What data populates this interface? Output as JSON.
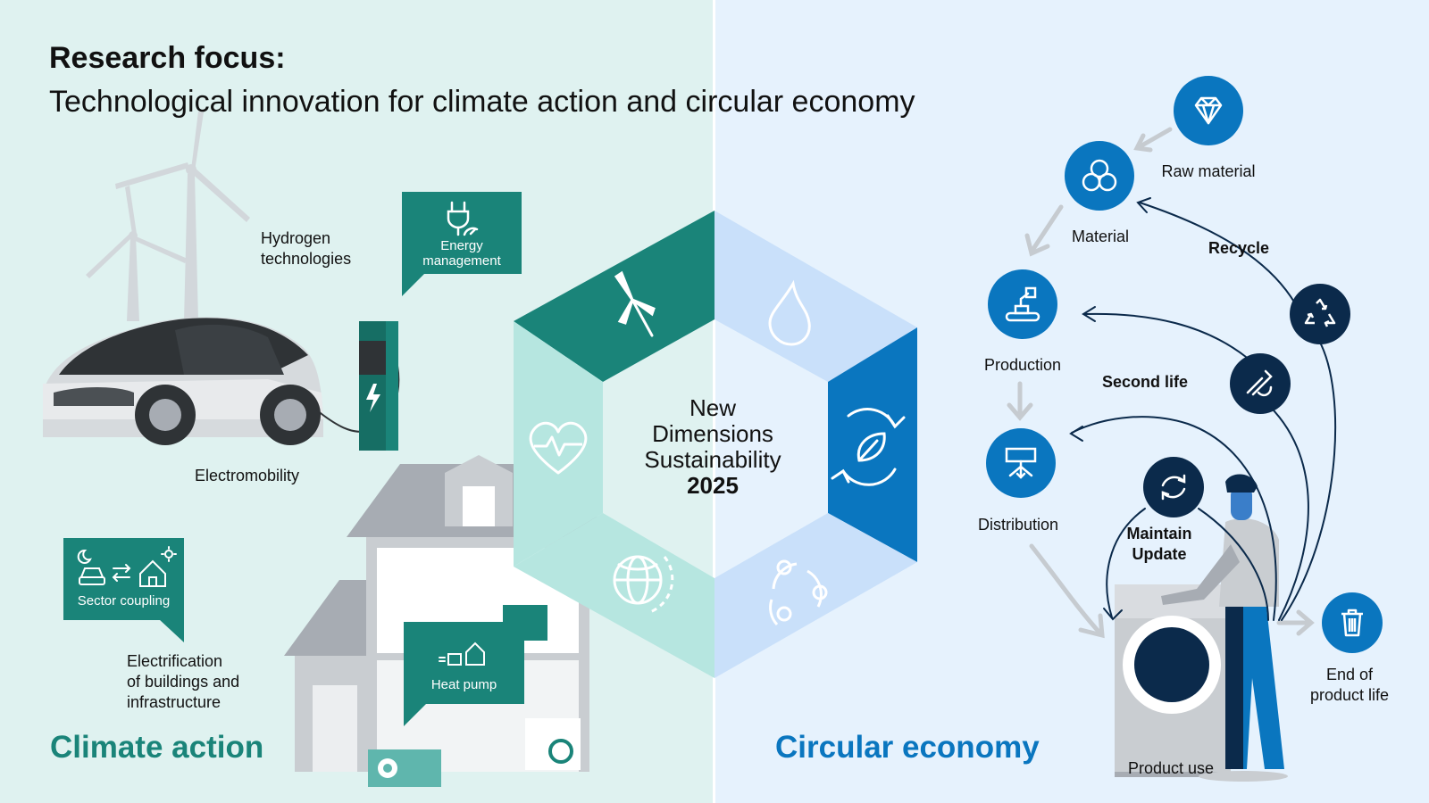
{
  "header": {
    "title": "Research focus:",
    "subtitle": "Technological innovation for climate action and circular economy"
  },
  "climate": {
    "title": "Climate action",
    "labels": {
      "hydrogen": "Hydrogen\ntechnologies",
      "electromobility": "Electromobility",
      "electrification": "Electrification\nof buildings and\ninfrastructure"
    },
    "bubbles": {
      "energy": "Energy\nmanagement",
      "sector": "Sector coupling",
      "heatpump": "Heat pump"
    }
  },
  "center": {
    "line1": "New",
    "line2": "Dimensions",
    "line3": "Sustainability",
    "year": "2025"
  },
  "circular": {
    "title": "Circular economy",
    "labels": {
      "raw": "Raw material",
      "material": "Material",
      "recycle": "Recycle",
      "production": "Production",
      "second_life": "Second life",
      "distribution": "Distribution",
      "maintain": "Maintain\nUpdate",
      "end_of_life": "End of\nproduct life",
      "product_use": "Product use"
    }
  },
  "colors": {
    "teal": "#1a8479",
    "teal_light": "#b6e6e0",
    "blue": "#0a76bf",
    "blue_light": "#c9e0fa",
    "navy": "#0b2a4b",
    "grey": "#a7acb3"
  },
  "icons": [
    "wind-turbine-icon",
    "water-drop-icon",
    "heart-pulse-icon",
    "circular-recycle-icon",
    "globe-cycle-icon",
    "people-network-icon",
    "diamond-icon",
    "molecules-icon",
    "robot-arm-icon",
    "distribution-icon",
    "cycle-arrows-icon",
    "recycle-icon",
    "second-life-icon",
    "trash-icon"
  ]
}
